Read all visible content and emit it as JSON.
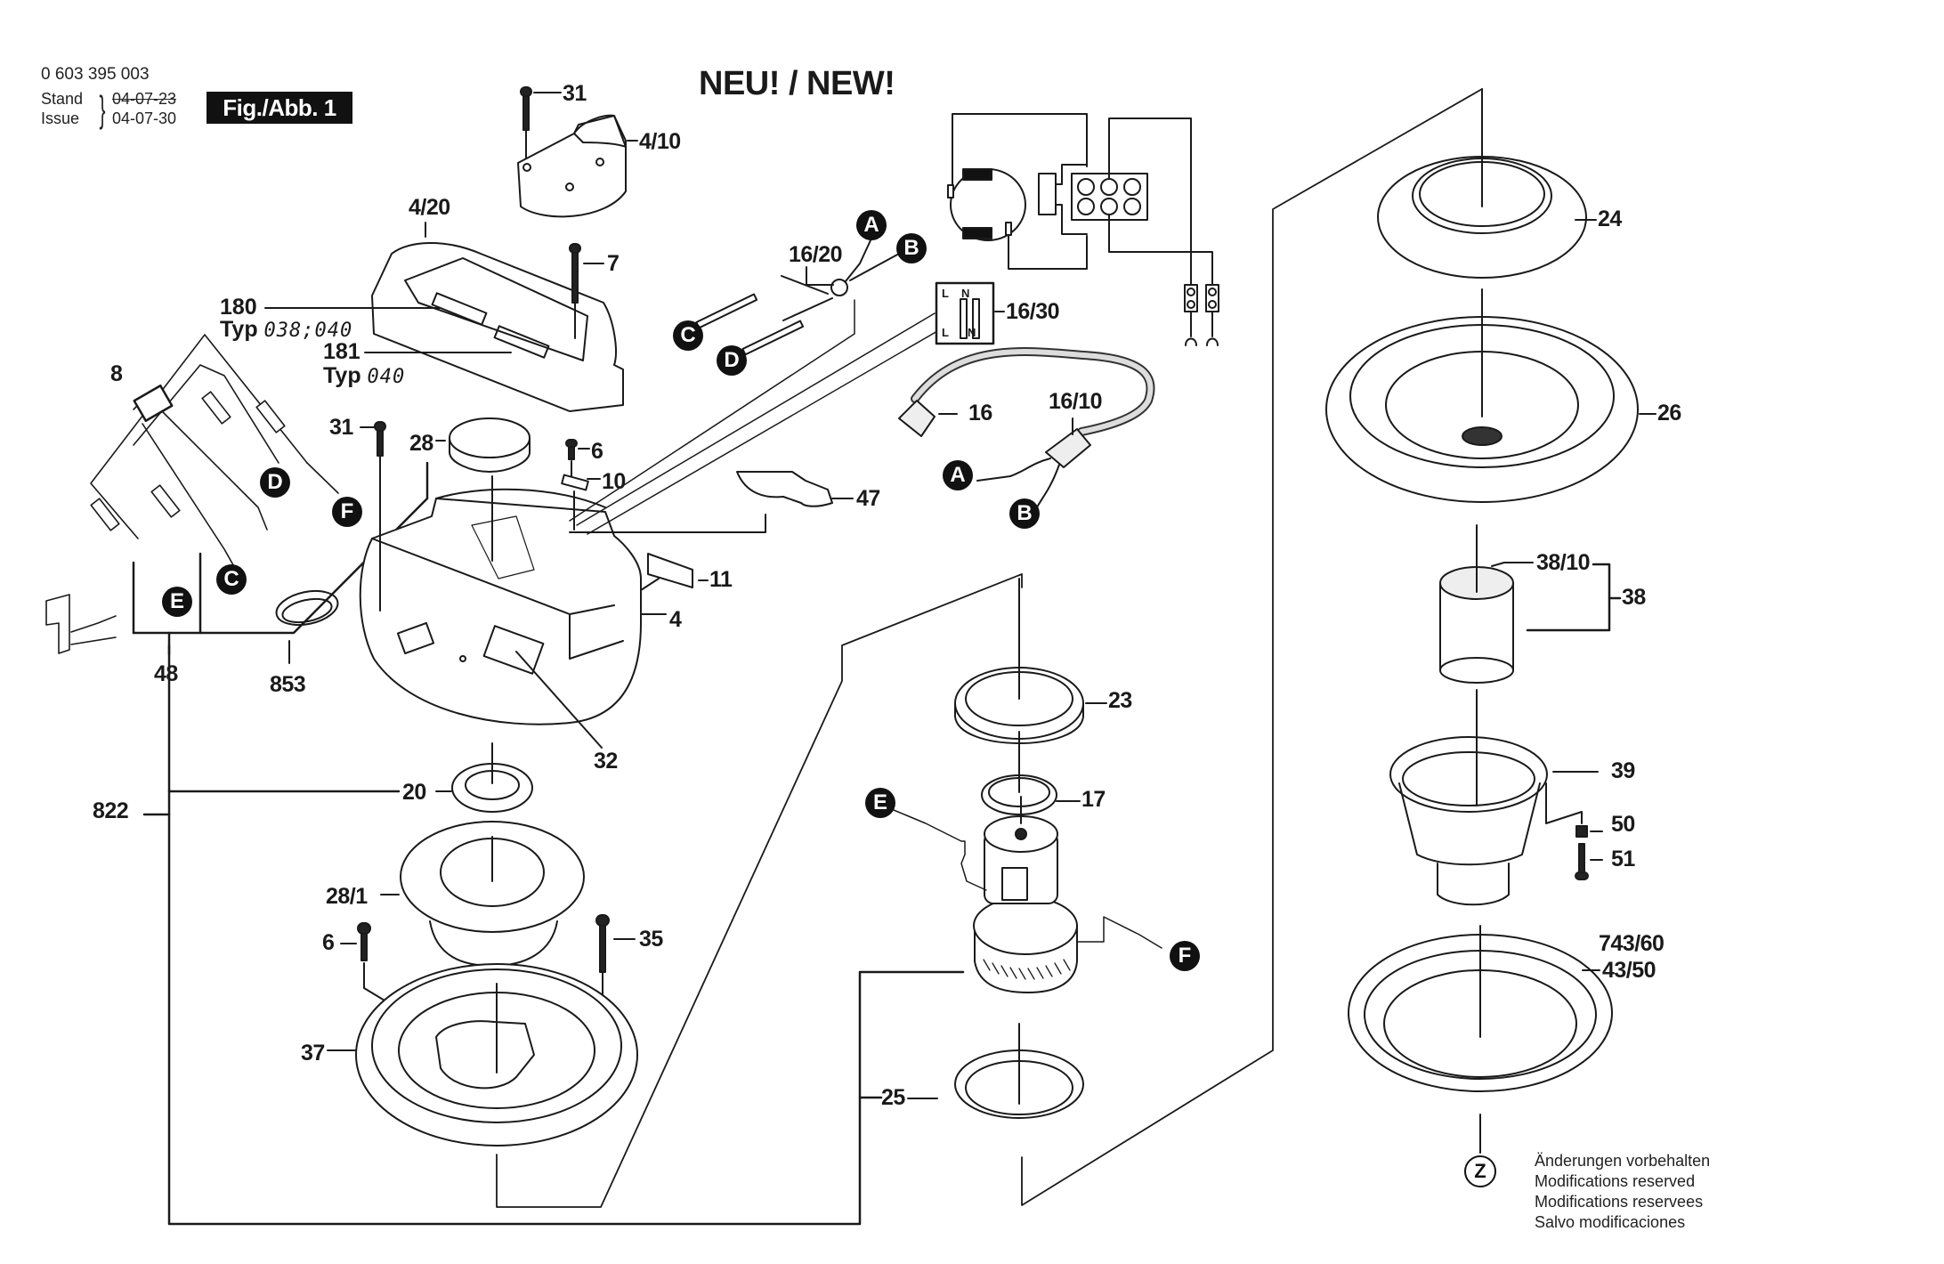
{
  "header": {
    "part_number": "0 603 395 003",
    "stand_label": "Stand",
    "issue_label": "Issue",
    "stand_date_struck": "04-07-23",
    "issue_date": "04-07-30",
    "figure_label": "Fig./Abb. 1",
    "title": "NEU! / NEW!"
  },
  "part_labels": {
    "p31_top": "31",
    "p4_10": "4/10",
    "p4_20": "4/20",
    "p7": "7",
    "p16_20": "16/20",
    "p16_30": "16/30",
    "p180": "180",
    "p180_typ_prefix": "Typ",
    "p180_typ_values": "038;040",
    "p181": "181",
    "p181_typ_prefix": "Typ",
    "p181_typ_values": "040",
    "p8": "8",
    "p31_mid": "31",
    "p28": "28",
    "p6_top": "6",
    "p10": "10",
    "p47": "47",
    "p16": "16",
    "p16_10": "16/10",
    "p11": "11",
    "p4": "4",
    "p48": "48",
    "p853": "853",
    "p32": "32",
    "p20": "20",
    "p822": "822",
    "p28_1": "28/1",
    "p6_bottom": "6",
    "p35": "35",
    "p37": "37",
    "p23": "23",
    "p17": "17",
    "p25": "25",
    "p24": "24",
    "p26": "26",
    "p38_10": "38/10",
    "p38": "38",
    "p39": "39",
    "p50": "50",
    "p51": "51",
    "p743_60": "743/60",
    "p43_50": "43/50"
  },
  "connector_refs": {
    "a_top": "A",
    "b_top": "B",
    "c_top": "C",
    "d_top": "D",
    "d_left": "D",
    "f_left": "F",
    "c_left": "C",
    "e_left": "E",
    "a_cable": "A",
    "b_cable": "B",
    "e_motor": "E",
    "f_motor": "F",
    "z_bottom": "Z"
  },
  "switch_box": {
    "top_left": "L",
    "top_right": "N",
    "bottom_left": "L",
    "bottom_right": "N"
  },
  "notes": [
    "Änderungen vorbehalten",
    "Modifications reserved",
    "Modifications reservees",
    "Salvo modificaciones"
  ]
}
